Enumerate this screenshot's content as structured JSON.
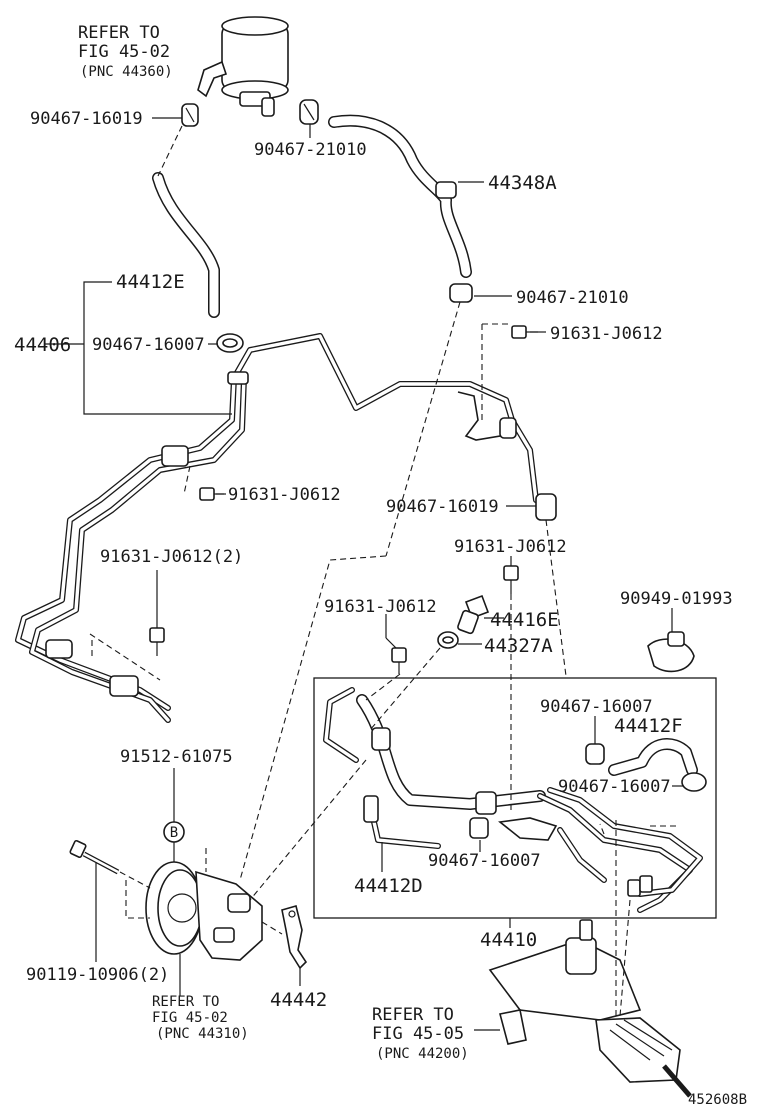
{
  "labels": {
    "refer_reservoir": [
      "REFER TO",
      "FIG 45-02",
      "(PNC 44360)"
    ],
    "p90467_16019_top": "90467-16019",
    "p90467_21010_top": "90467-21010",
    "p44348A": "44348A",
    "p44412E": "44412E",
    "p44406": "44406",
    "p90467_16007_left": "90467-16007",
    "p90467_21010_mid": "90467-21010",
    "p91631_J0612_right": "91631-J0612",
    "p91631_J0612_mid": "91631-J0612",
    "p90467_16019_mid": "90467-16019",
    "p91631_J0612_2": "91631-J0612(2)",
    "p91631_J0612_center": "91631-J0612",
    "p91631_J0612_inset": "91631-J0612",
    "p44416E": "44416E",
    "p44327A": "44327A",
    "p90949_01993": "90949-01993",
    "p90467_16007_inset_top": "90467-16007",
    "p44412F": "44412F",
    "p90467_16007_inset_right": "90467-16007",
    "p90467_16007_inset_bottom": "90467-16007",
    "p44412D": "44412D",
    "p91512_61075": "91512-61075",
    "callout_b": "B",
    "p90119_10906": "90119-10906(2)",
    "p44410": "44410",
    "p44442": "44442",
    "refer_pump": [
      "REFER TO",
      "FIG 45-02",
      "(PNC 44310)"
    ],
    "refer_gear": [
      "REFER TO",
      "FIG 45-05",
      "(PNC 44200)"
    ],
    "figure_id": "452608B"
  }
}
